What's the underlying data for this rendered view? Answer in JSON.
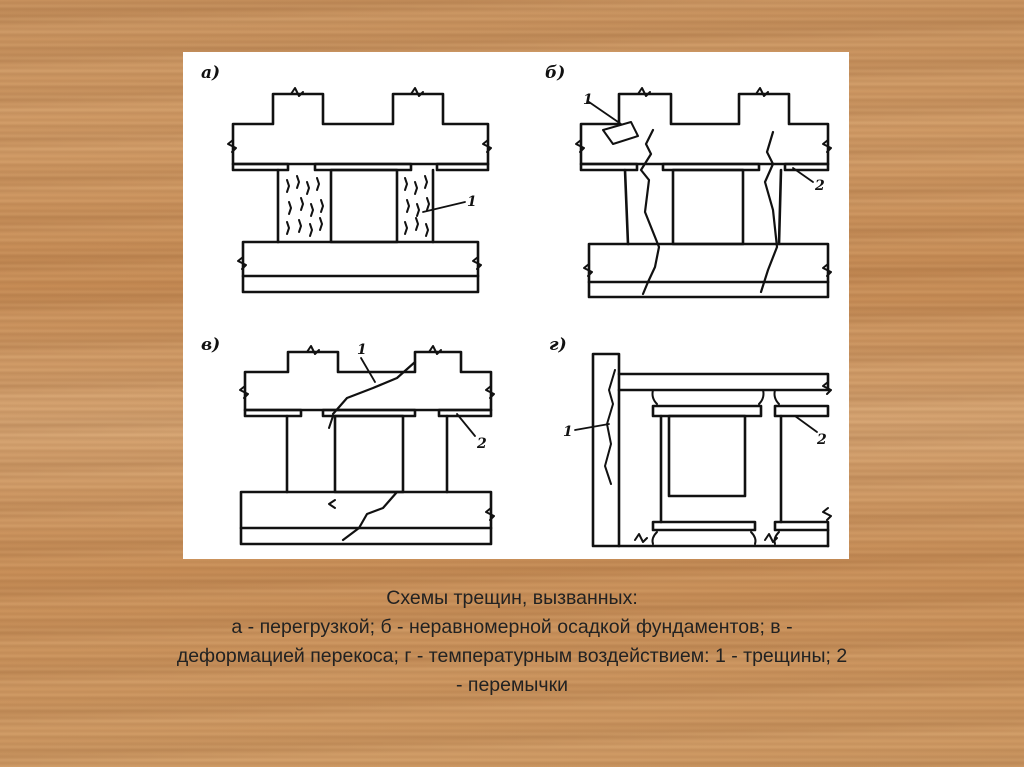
{
  "figure": {
    "panels": [
      {
        "label": "а)",
        "markers": [
          "1"
        ]
      },
      {
        "label": "б)",
        "markers": [
          "1",
          "2"
        ]
      },
      {
        "label": "в)",
        "markers": [
          "1",
          "2"
        ]
      },
      {
        "label": "г)",
        "markers": [
          "1",
          "2"
        ]
      }
    ]
  },
  "caption": {
    "line1": "Схемы трещин, вызванных:",
    "line2": "а - перегрузкой; б - неравномерной осадкой фундаментов; в -",
    "line3": "деформацией перекоса; г - температурным воздействием: 1 - трещины; 2",
    "line4": "- перемычки"
  }
}
